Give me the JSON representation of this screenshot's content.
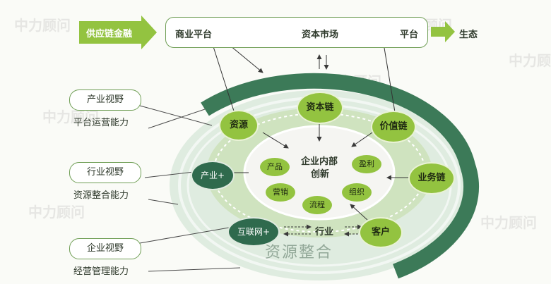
{
  "top_bar": {
    "supply_chain_finance": "供应链金融",
    "commercial_platform": "商业平台",
    "capital_market": "资本市场",
    "platform": "平台",
    "ecology": "生态"
  },
  "left_labels": [
    {
      "title": "产业视野",
      "subtitle": "平台运营能力"
    },
    {
      "title": "行业视野",
      "subtitle": "资源整合能力"
    },
    {
      "title": "企业视野",
      "subtitle": "经营管理能力"
    }
  ],
  "outer_nodes": {
    "resources": "资源",
    "capital_chain": "资本链",
    "value_chain": "价值链",
    "business_chain": "业务链",
    "customer": "客户",
    "industry_plus": "产业+",
    "internet_plus": "互联网+",
    "industry": "行业"
  },
  "core": {
    "title_line1": "企业内部",
    "title_line2": "创新",
    "items": {
      "product": "产品",
      "profit": "盈利",
      "marketing": "营销",
      "organization": "组织",
      "process": "流程"
    }
  },
  "ring_text": "资源整合",
  "watermark": "中力顾问",
  "colors": {
    "accent_green": "#93c340",
    "ring_dark": "#3c7a58",
    "ring_light": "#d5e7c9",
    "box_border": "#6f9e55"
  }
}
